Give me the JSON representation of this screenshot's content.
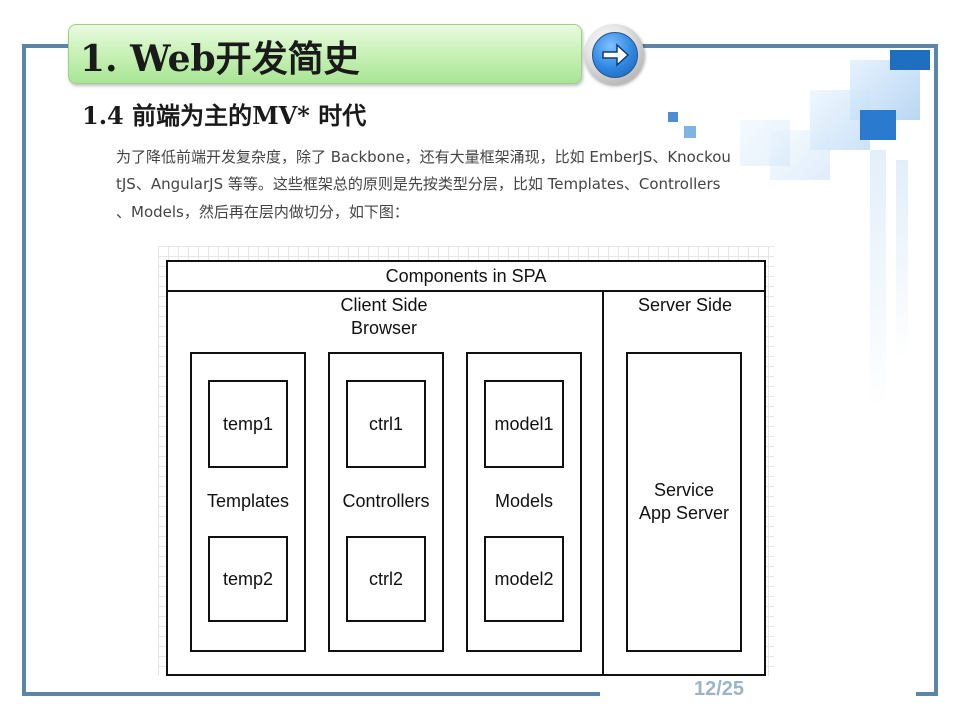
{
  "slide": {
    "title": "1.  Web开发简史",
    "subtitle": "1.4 前端为主的MV* 时代",
    "paragraph_lines": [
      "为了降低前端开发复杂度，除了 Backbone，还有大量框架涌现，比如 EmberJS、Knockou",
      "tJS、AngularJS 等等。这些框架总的原则是先按类型分层，比如 Templates、Controllers",
      "、Models，然后再在层内做切分，如下图："
    ],
    "page_number": "12/25"
  },
  "diagram": {
    "header": "Components in SPA",
    "client_section_line1": "Client Side",
    "client_section_line2": "Browser",
    "server_section": "Server Side",
    "columns": [
      {
        "group_label": "Templates",
        "item1": "temp1",
        "item2": "temp2"
      },
      {
        "group_label": "Controllers",
        "item1": "ctrl1",
        "item2": "ctrl2"
      },
      {
        "group_label": "Models",
        "item1": "model1",
        "item2": "model2"
      }
    ],
    "server_box_line1": "Service",
    "server_box_line2": "App Server"
  },
  "colors": {
    "frame": "#5b86a8",
    "title_bg": "#c8f1b6",
    "nav_button": "#2e86e0",
    "page_number": "#9db4c8"
  },
  "icons": {
    "nav_button": "arrow-right-icon"
  }
}
